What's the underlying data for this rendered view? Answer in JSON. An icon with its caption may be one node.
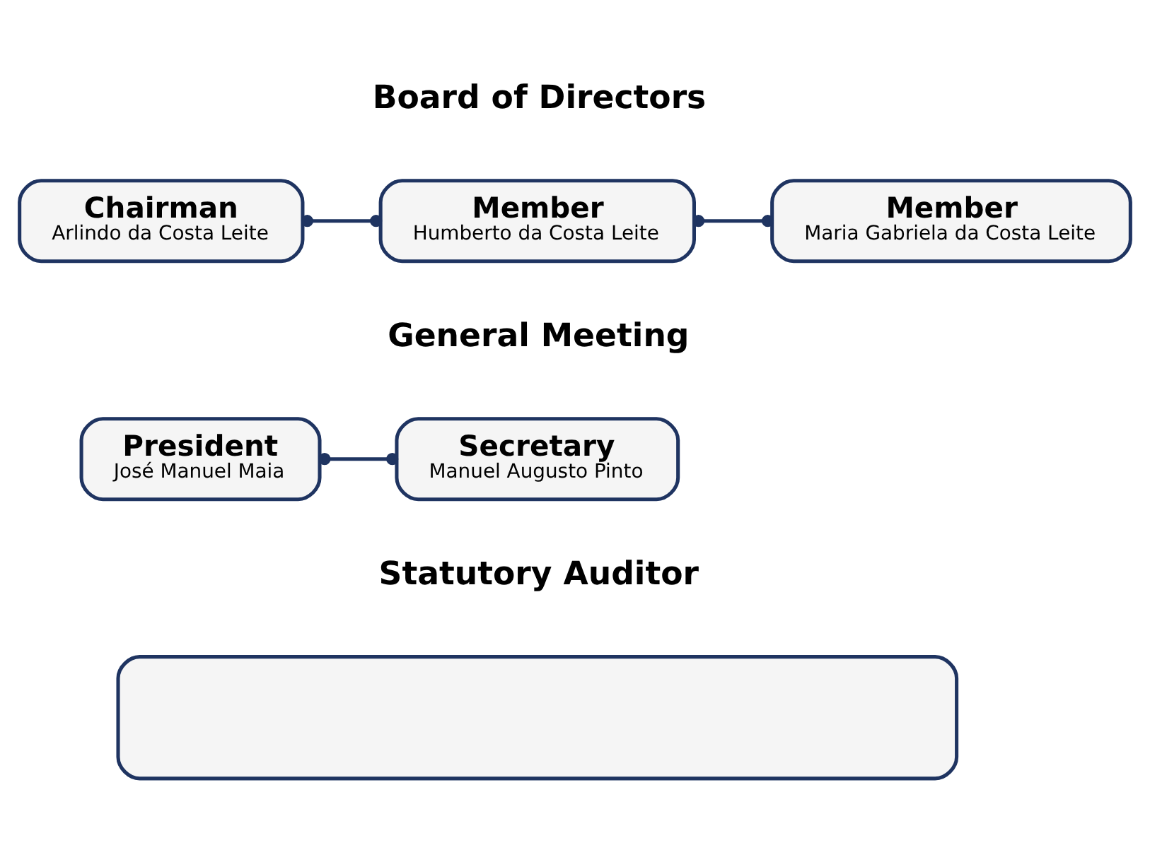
{
  "diagram": {
    "nodes": [
      {
        "text": [
          "Chairman",
          "Arlindo da Costa Leite"
        ]
      },
      {
        "text": [
          "Member",
          "Humberto da Costa Leite"
        ]
      },
      {
        "text": [
          "Member",
          "Maria Gabriela da Costa Leite"
        ]
      },
      {
        "text": [
          "President",
          "José Manuel Maia"
        ]
      },
      {
        "text": [
          "Secretary",
          "Manuel Augusto Pinto"
        ]
      },
      {
        "text": [],
        "shape": "box"
      }
    ],
    "edges": [
      {
        "from": 0,
        "to": 1,
        "arrow": "other"
      },
      {
        "from": 1,
        "to": 2,
        "arrow": "other"
      },
      {
        "from": 3,
        "to": 4,
        "arrow": "other"
      }
    ],
    "labels": [
      "Board of Directors",
      "General Meeting",
      "Statutory Auditor"
    ]
  }
}
